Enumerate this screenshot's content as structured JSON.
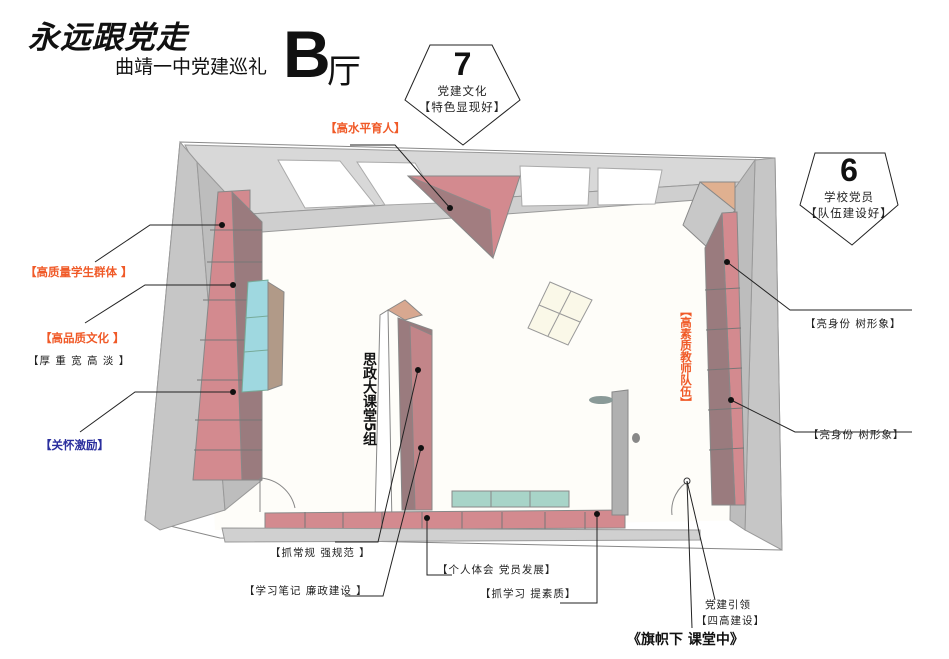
{
  "header": {
    "main_title": "永远跟党走",
    "subtitle": "曲靖一中党建巡礼",
    "hall_letter": "B",
    "hall_suffix": "厅"
  },
  "badges": [
    {
      "number": "7",
      "line1": "党建文化",
      "line2": "【特色显现好】"
    },
    {
      "number": "6",
      "line1": "学校党员",
      "line2": "【队伍建设好】"
    }
  ],
  "labels": {
    "gao_shui_ping": "【高水平育人】",
    "gao_zhi_liang": "【高质量学生群体 】",
    "gao_pin_zhi": "【高品质文化 】",
    "hou_zhong": "【厚 重 宽 高 淡 】",
    "guan_huai": "【关怀激励】",
    "si_zheng": "思政大课堂5组",
    "gao_su_zhi": "【高素质教师队伍】",
    "liang_shen_fen_1": "【亮身份 树形象】",
    "liang_shen_fen_2": "【亮身份 树形象】",
    "zhua_chang_gui": "【抓常规 强规范 】",
    "xue_xi_bi_ji": "【学习笔记 廉政建设 】",
    "ge_ren_ti_hui": "【个人体会 党员发展】",
    "zhua_xue_xi": "【抓学习 提素质】",
    "dang_jian_yin_ling": "党建引领",
    "si_gao_jian_she": "【四高建设】",
    "qi_zhi_xia": "《旗帜下 课堂中》"
  },
  "colors": {
    "wall": "#c8c8c8",
    "wall_dark": "#a8a8a8",
    "panel_pink": "#d38a8f",
    "panel_dark": "#9a7b7e",
    "teal": "#a8d4c8",
    "cyan": "#9fd8e0",
    "peach": "#e0b090",
    "accent_orange": "#f05a28",
    "accent_blue": "#2b2f9e"
  }
}
